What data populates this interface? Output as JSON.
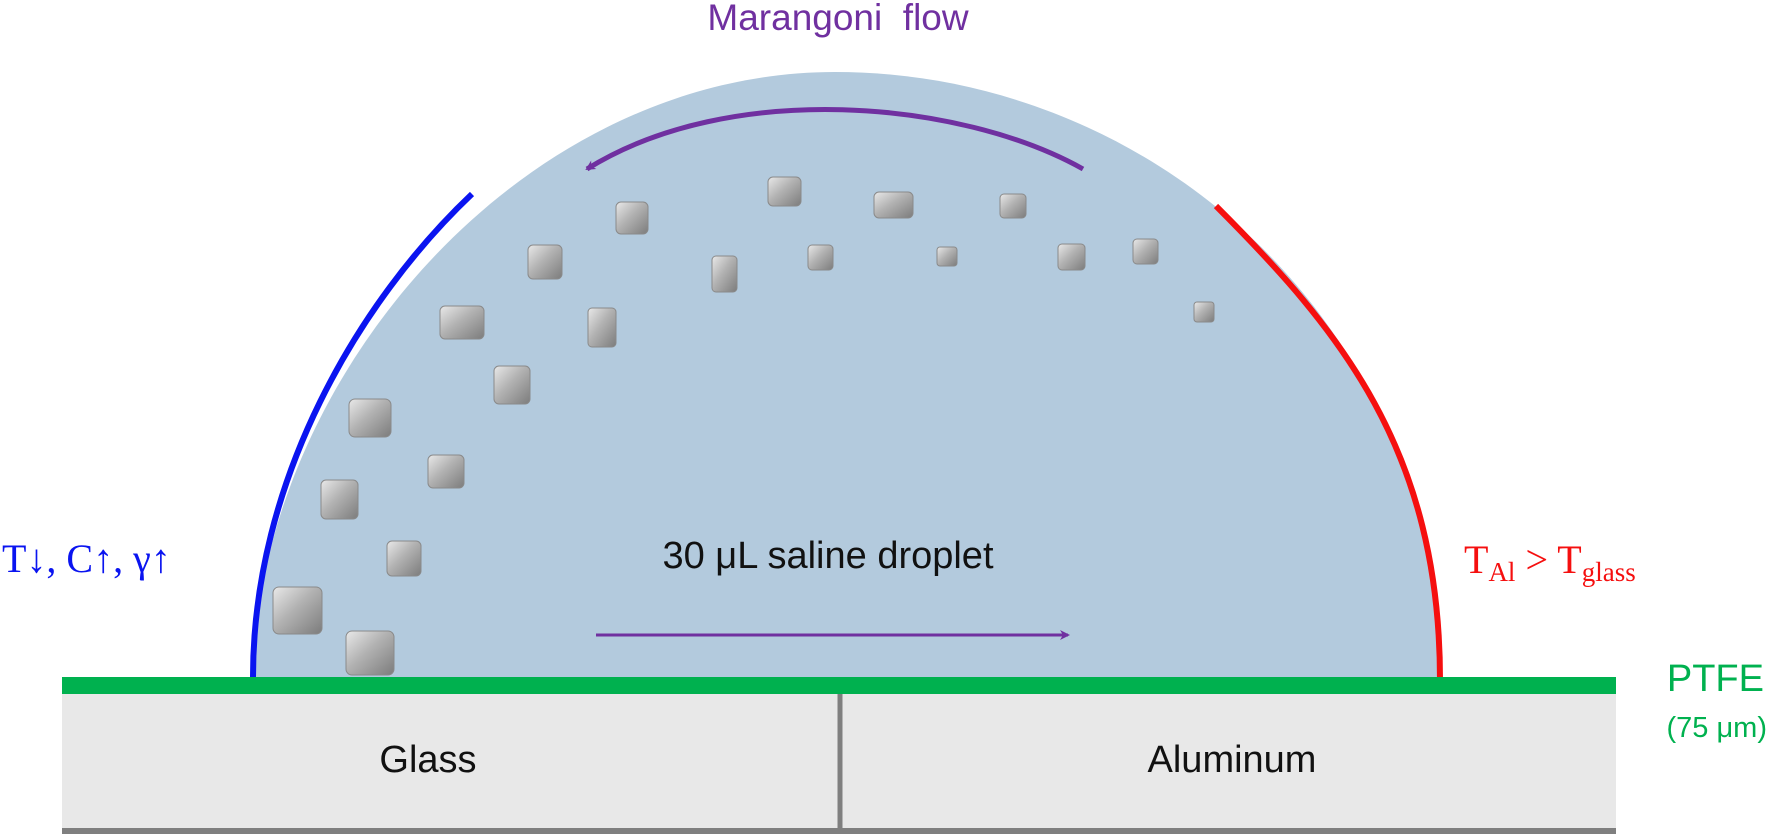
{
  "labels": {
    "flow_top": "Marangoni  flow",
    "droplet": "30 μL saline droplet",
    "left_condition": "T↓, C↑, γ↑",
    "right_T": "T",
    "right_Al_sub": "Al",
    "right_gt": " > ",
    "right_T2": "T",
    "right_glass_sub": "glass",
    "ptfe": "PTFE",
    "ptfe_thickness": "(75 μm)",
    "substrate_left": "Glass",
    "substrate_right": "Aluminum"
  },
  "colors": {
    "droplet_fill": "#b3cadd",
    "cold_edge": "#0a14f0",
    "hot_edge": "#f50f0f",
    "ptfe": "#00b14f",
    "flow_arrow": "#7030a0",
    "substrate": "#e8e8e8",
    "substrate_border": "#7f7f7f",
    "crystal": "#a6a6a6",
    "text": "#111111"
  }
}
